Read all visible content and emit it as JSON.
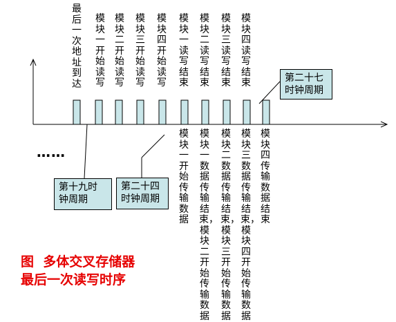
{
  "top_labels": [
    "最后一次地址到达",
    "模块一开始读写",
    "模块二开始读写",
    "模块三开始读写",
    "模块四开始读写",
    "模块一读写结束",
    "模块二读写结束",
    "模块三读写结束",
    "模块四读写结束"
  ],
  "bottom_labels": [
    "模块一开始传输数据",
    "模块一数据传输结束，模块二开始传输数据",
    "模块二数据传输结束，模块三开始传输数据",
    "模块三数据传输结束，模块四开始传输数据",
    "模块四传输数据结束"
  ],
  "callouts": {
    "c19": "第十九时\n钟周期",
    "c24": "第二十四\n时钟周期",
    "c27": "第二十七\n时钟周期"
  },
  "ellipsis": "……",
  "caption": {
    "line1": "图  多体交叉存储器",
    "line2": "最后一次读写时序"
  },
  "colors": {
    "box_fill": "#c9e6e9",
    "caption": "#e60000"
  }
}
